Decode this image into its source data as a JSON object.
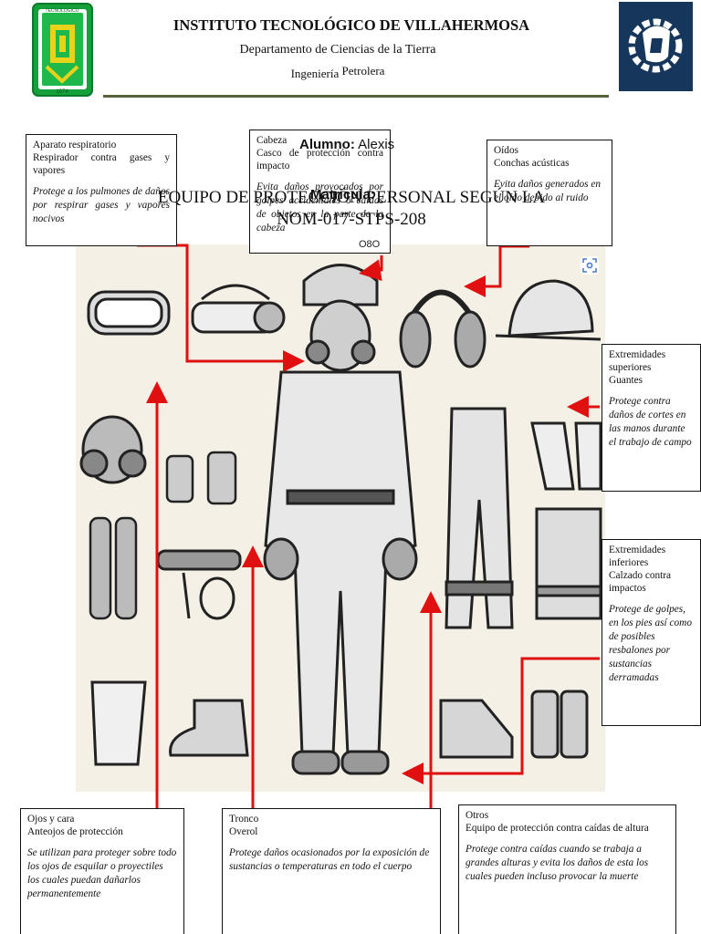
{
  "header": {
    "institution": "INSTITUTO TECNOLÓGICO DE VILLAHERMOSA",
    "department": "Departamento de Ciencias  de la Tierra",
    "career_a": "Ingeniería",
    "career_b": "Petrolera"
  },
  "logos": {
    "left_top_text": "TECNOLÓGICO",
    "left_year": "1974",
    "left_color": "#14a03a",
    "right_color": "#16365c"
  },
  "overlay": {
    "title_line1": "EQUIPO DE PROTECCIÓN PERSONAL SEGÚN LA",
    "title_line2": "NOM-017-STPS-208",
    "student_label": "Alumno:",
    "student_name": "Alexis",
    "matricula": "Matricula:",
    "fragment": "O8O"
  },
  "cards": {
    "respirator": {
      "title1": "Aparato respiratorio",
      "title2": "Respirador contra gases y vapores",
      "desc": "Protege a los pulmones de daños por respirar gases y vapores nocivos"
    },
    "head": {
      "title1": "Cabeza",
      "title2": "Casco de protección contra impacto",
      "desc": "Evita daños provocados por golpes accidentales o caídas de objetos en la parte de la cabeza"
    },
    "ears": {
      "title1": "Oídos",
      "title2": "Conchas acústicas",
      "desc": "Evita daños generados en el oído debido al ruido"
    },
    "upper": {
      "title1": "Extremidades superiores",
      "title2": "Guantes",
      "desc": "Protege contra daños de cortes en las manos durante el trabajo de campo"
    },
    "lower": {
      "title1": "Extremidades inferiores",
      "title2": "Calzado contra impactos",
      "desc": "Protege de golpes, en los pies así como de posibles resbalones por sustancias derramadas"
    },
    "eyes": {
      "title1": "Ojos y cara",
      "title2": "Anteojos de protección",
      "desc": "Se utilizan para proteger sobre todo los ojos de esquilar o proyectiles  los cuales puedan dañarlos permanentemente"
    },
    "torso": {
      "title1": "Tronco",
      "title2": "Overol",
      "desc": "Protege daños ocasionados por la exposición de sustancias o temperaturas en todo el cuerpo"
    },
    "other": {
      "title1": "Otros",
      "title2": "Equipo de protección contra caídas de altura",
      "desc": "Protege contra caídas cuando se trabaja a grandes alturas y evita los daños de esta los cuales pueden incluso provocar la muerte"
    }
  },
  "colors": {
    "arrow": "#e01010",
    "rule": "#55633a"
  },
  "icons": {
    "scan": "scan-icon"
  }
}
